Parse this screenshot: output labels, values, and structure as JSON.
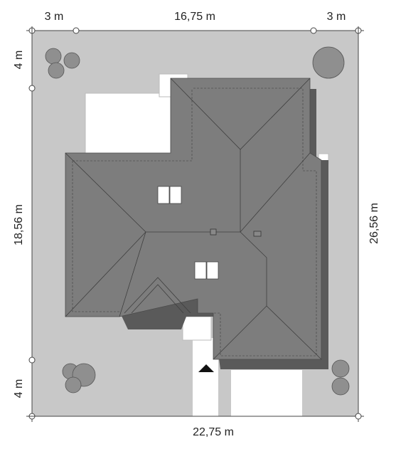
{
  "dimensions": {
    "top_left": "3 m",
    "top_center": "16,75 m",
    "top_right": "3 m",
    "left_upper": "4 m",
    "left_middle": "18,56 m",
    "left_lower": "4 m",
    "right": "26,56 m",
    "bottom": "22,75 m"
  },
  "colors": {
    "plot": "#c8c8c8",
    "roof": "#7d7d7d",
    "roof_shadow": "#5a5a5a",
    "tree": "#8a8a8a"
  },
  "icons": [
    "entrance-arrow-icon",
    "tree-icon",
    "skylight-icon"
  ]
}
